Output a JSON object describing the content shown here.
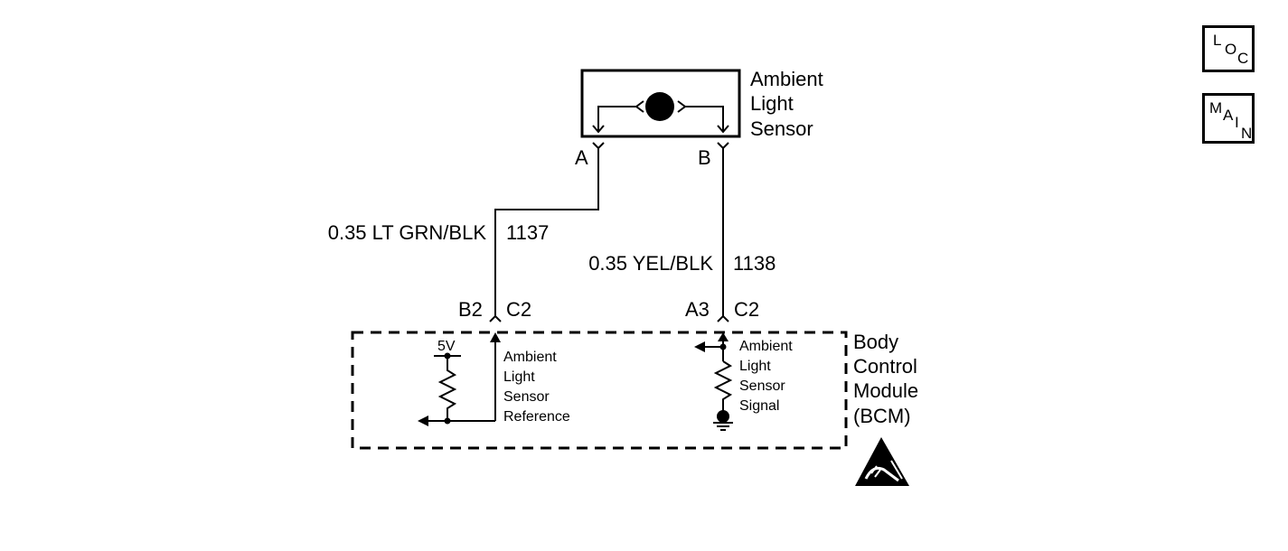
{
  "sensor": {
    "name_lines": [
      "Ambient",
      "Light",
      "Sensor"
    ],
    "pin_a": "A",
    "pin_b": "B"
  },
  "wires": [
    {
      "gauge_color": "0.35 LT GRN/BLK",
      "circuit": "1137"
    },
    {
      "gauge_color": "0.35 YEL/BLK",
      "circuit": "1138"
    }
  ],
  "connectors": {
    "left": {
      "pin": "B2",
      "conn": "C2"
    },
    "right": {
      "pin": "A3",
      "conn": "C2"
    }
  },
  "module": {
    "name_lines": [
      "Body",
      "Control",
      "Module",
      "(BCM)"
    ],
    "voltage": "5V",
    "reference_lines": [
      "Ambient",
      "Light",
      "Sensor",
      "Reference"
    ],
    "signal_lines": [
      "Ambient",
      "Light",
      "Sensor",
      "Signal"
    ]
  },
  "nav": {
    "loc": {
      "l1": "L",
      "l2": "O",
      "l3": "C"
    },
    "main": {
      "l1": "M",
      "l2": "A",
      "l3": "I",
      "l4": "N"
    }
  }
}
